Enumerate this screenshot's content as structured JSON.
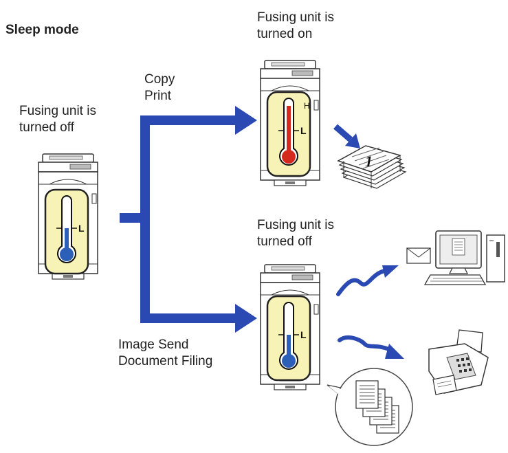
{
  "title": "Sleep mode",
  "left": {
    "status": "Fusing unit is\nturned off",
    "thermo_marks": [
      "L"
    ]
  },
  "top_branch": {
    "functions": "Copy\nPrint",
    "status": "Fusing unit is\nturned on",
    "thermo_marks": [
      "H",
      "L"
    ],
    "page_number": "1"
  },
  "bottom_branch": {
    "functions": "Image Send\nDocument Filing",
    "status": "Fusing unit is\nturned off",
    "thermo_marks": [
      "L"
    ]
  },
  "colors": {
    "arrow": "#2a49b3",
    "hot": "#d42a1e",
    "cold": "#2c5fb8",
    "zone": "#f7f2b5"
  }
}
